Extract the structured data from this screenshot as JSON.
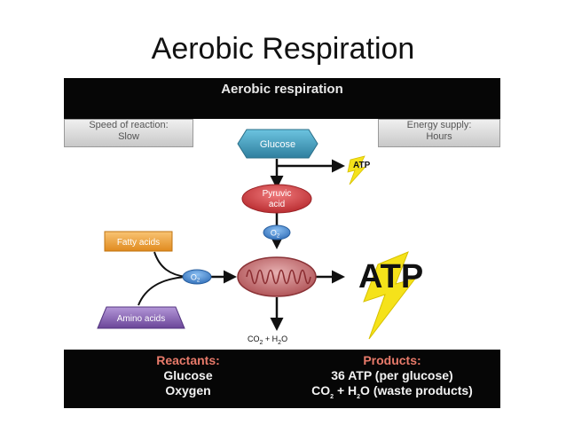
{
  "slide_title": "Aerobic Respiration",
  "banner_title": "Aerobic respiration",
  "speed": {
    "line1": "Speed of reaction:",
    "line2": "Slow"
  },
  "energy": {
    "line1": "Energy supply:",
    "line2": "Hours"
  },
  "nodes": {
    "glucose": "Glucose",
    "pyruvic_line1": "Pyruvic",
    "pyruvic_line2": "acid",
    "o2_label": "O",
    "o2_sub": "2",
    "fatty_acids": "Fatty acids",
    "amino_acids": "Amino acids",
    "atp_small": "ATP",
    "atp_large": "ATP"
  },
  "waste": {
    "co": "CO",
    "co_sub": "2",
    "plus": " + H",
    "h_sub": "2",
    "o": "O"
  },
  "reactants": {
    "head": "Reactants:",
    "items": [
      "Glucose",
      "Oxygen"
    ]
  },
  "products": {
    "head": "Products:",
    "line1": "36 ATP (per glucose)",
    "line2_a": "CO",
    "line2_sub1": "2",
    "line2_b": " + H",
    "line2_sub2": "2",
    "line2_c": "O (waste products)"
  },
  "colors": {
    "glucose": "#3a9bbd",
    "pyruvic": "#d8474a",
    "oxygen": "#4d8ed8",
    "fatty_acids": "#f2a13b",
    "amino_acids": "#8a63b8",
    "lightning": "#f5e21a",
    "mitochondrion": "#c9666a",
    "reactants_head": "#e87a6a"
  }
}
